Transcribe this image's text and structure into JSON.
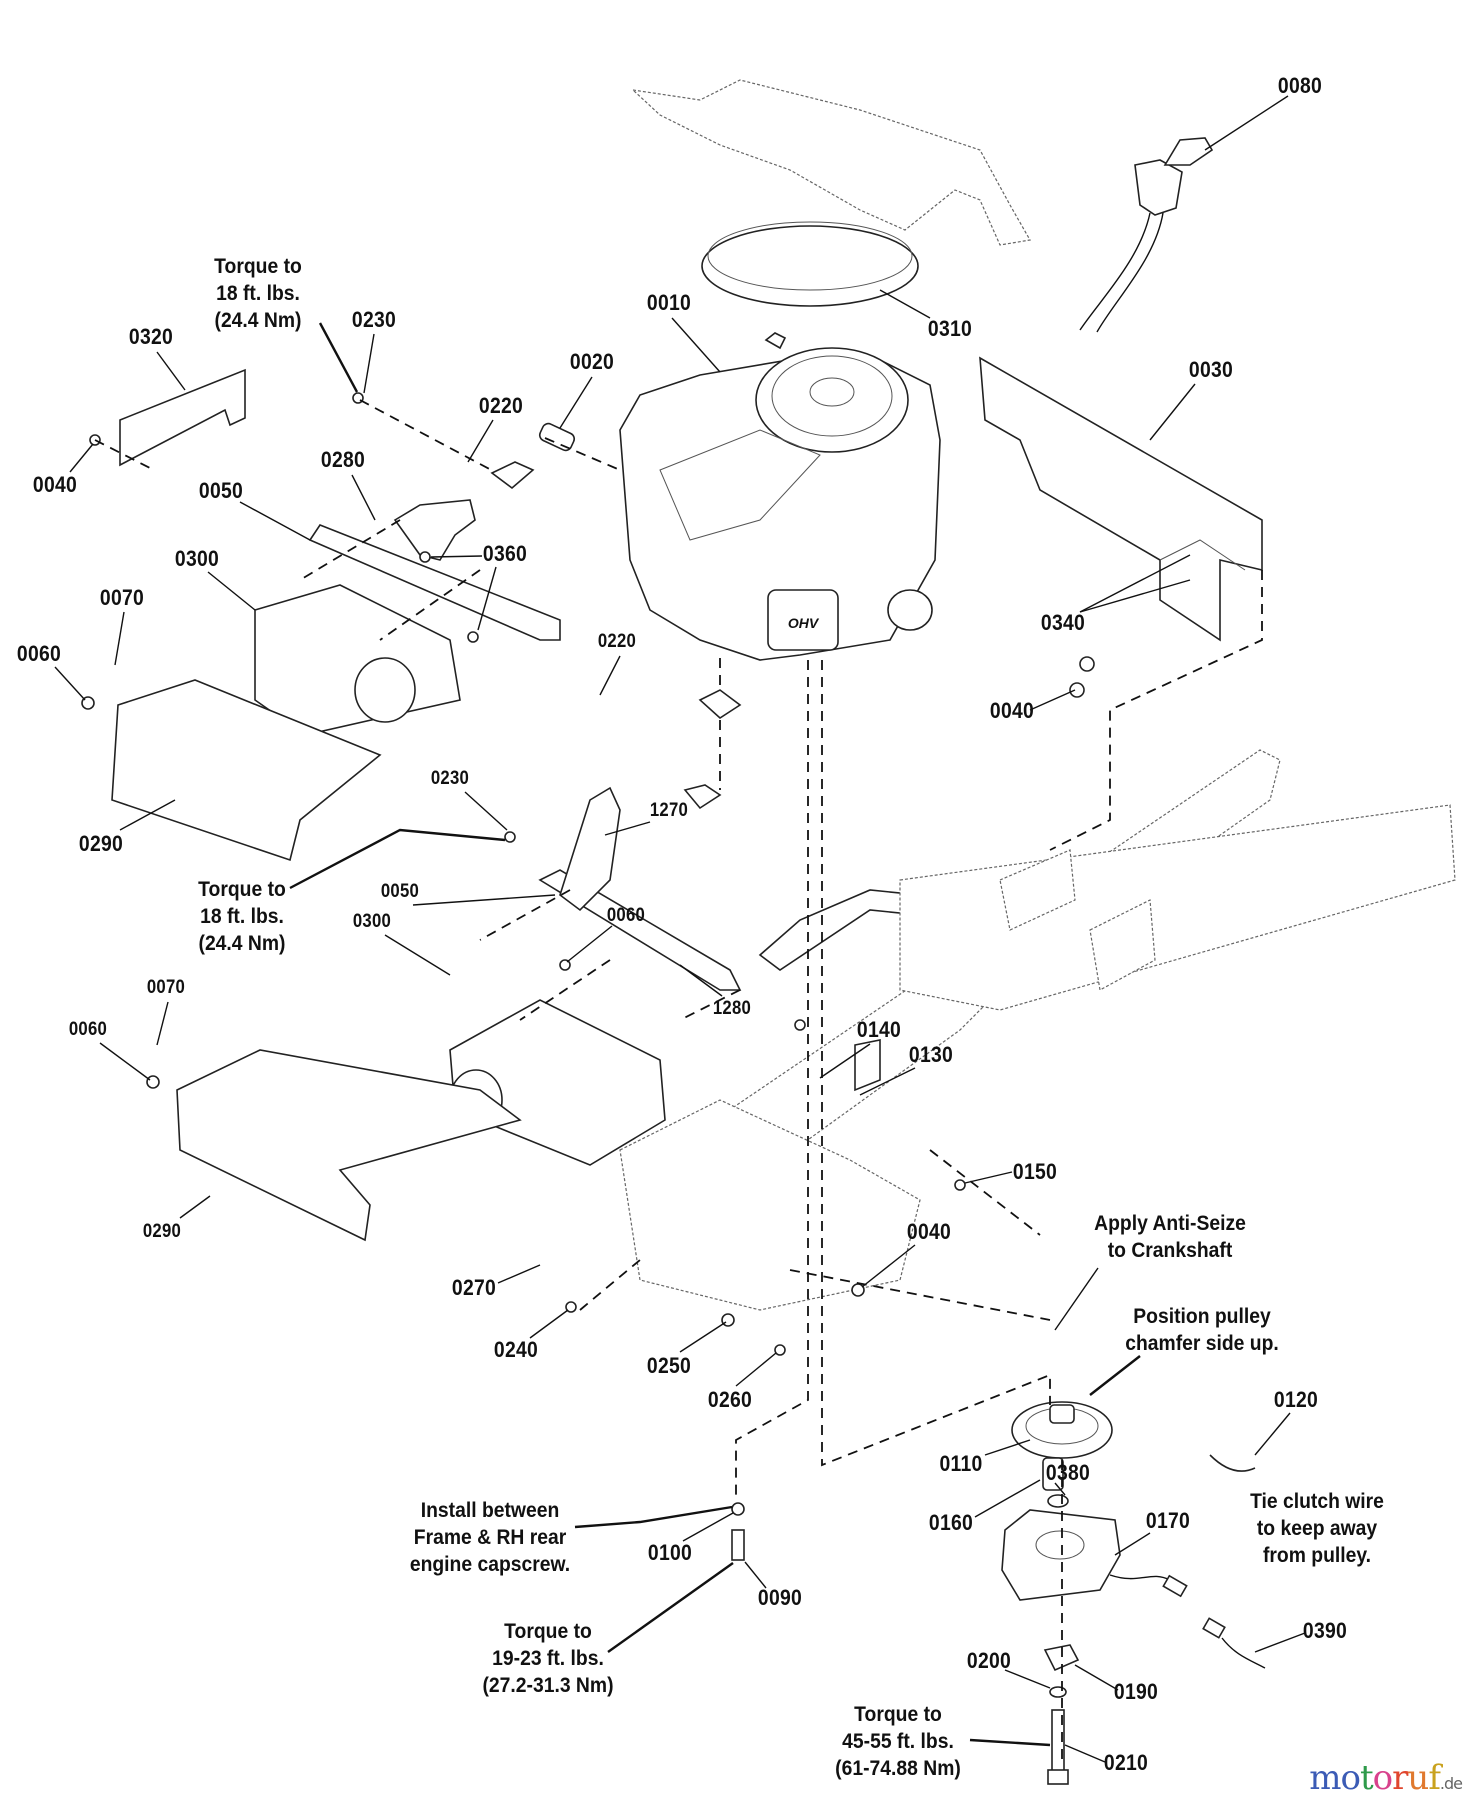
{
  "diagram": {
    "type": "exploded parts diagram",
    "subject": "Engine, muffler, frame and PTO clutch assembly"
  },
  "parts": [
    {
      "id": "p0080",
      "number": "0080"
    },
    {
      "id": "p0310",
      "number": "0310"
    },
    {
      "id": "p0010",
      "number": "0010"
    },
    {
      "id": "p0020",
      "number": "0020"
    },
    {
      "id": "p0030",
      "number": "0030"
    },
    {
      "id": "p0230a",
      "number": "0230"
    },
    {
      "id": "p0320",
      "number": "0320"
    },
    {
      "id": "p0220a",
      "number": "0220"
    },
    {
      "id": "p0040a",
      "number": "0040"
    },
    {
      "id": "p0280",
      "number": "0280"
    },
    {
      "id": "p0050a",
      "number": "0050"
    },
    {
      "id": "p0300a",
      "number": "0300"
    },
    {
      "id": "p0360",
      "number": "0360"
    },
    {
      "id": "p0070a",
      "number": "0070"
    },
    {
      "id": "p0060a",
      "number": "0060"
    },
    {
      "id": "p0340",
      "number": "0340"
    },
    {
      "id": "p0040b",
      "number": "0040"
    },
    {
      "id": "p0220b",
      "number": "0220"
    },
    {
      "id": "p0290a",
      "number": "0290"
    },
    {
      "id": "p0230b",
      "number": "0230"
    },
    {
      "id": "p1270",
      "number": "1270"
    },
    {
      "id": "p0050b",
      "number": "0050"
    },
    {
      "id": "p0060b",
      "number": "0060"
    },
    {
      "id": "p0300b",
      "number": "0300"
    },
    {
      "id": "p1280",
      "number": "1280"
    },
    {
      "id": "p0070b",
      "number": "0070"
    },
    {
      "id": "p0060c",
      "number": "0060"
    },
    {
      "id": "p0140",
      "number": "0140"
    },
    {
      "id": "p0130",
      "number": "0130"
    },
    {
      "id": "p0290b",
      "number": "0290"
    },
    {
      "id": "p0150",
      "number": "0150"
    },
    {
      "id": "p0040c",
      "number": "0040"
    },
    {
      "id": "p0270",
      "number": "0270"
    },
    {
      "id": "p0240",
      "number": "0240"
    },
    {
      "id": "p0250",
      "number": "0250"
    },
    {
      "id": "p0260",
      "number": "0260"
    },
    {
      "id": "p0120",
      "number": "0120"
    },
    {
      "id": "p0110",
      "number": "0110"
    },
    {
      "id": "p0380",
      "number": "0380"
    },
    {
      "id": "p0100",
      "number": "0100"
    },
    {
      "id": "p0160",
      "number": "0160"
    },
    {
      "id": "p0170",
      "number": "0170"
    },
    {
      "id": "p0090",
      "number": "0090"
    },
    {
      "id": "p0390",
      "number": "0390"
    },
    {
      "id": "p0200",
      "number": "0200"
    },
    {
      "id": "p0190",
      "number": "0190"
    },
    {
      "id": "p0210",
      "number": "0210"
    }
  ],
  "notes": {
    "torque_muffler_top": [
      "Torque to",
      "18 ft. lbs.",
      "(24.4 Nm)"
    ],
    "torque_muffler_bottom": [
      "Torque to",
      "18 ft. lbs.",
      "(24.4 Nm)"
    ],
    "anti_seize": [
      "Apply Anti-Seize",
      "to Crankshaft"
    ],
    "pulley_position": [
      "Position pulley",
      "chamfer side up."
    ],
    "clutch_wire": [
      "Tie clutch wire",
      "to keep away",
      "from pulley."
    ],
    "install_between": [
      "Install between",
      "Frame & RH rear",
      "engine capscrew."
    ],
    "torque_capscrew": [
      "Torque to",
      "19-23 ft. lbs.",
      "(27.2-31.3 Nm)"
    ],
    "torque_clutch_bolt": [
      "Torque to",
      "45-55 ft. lbs.",
      "(61-74.88 Nm)"
    ]
  },
  "engine_badge": "OHV",
  "watermark": {
    "letters": [
      "m",
      "o",
      "t",
      "o",
      "r",
      "u",
      "f"
    ],
    "colors": [
      "#3b5bb5",
      "#3b5bb5",
      "#2e9a4a",
      "#d8428c",
      "#e0462e",
      "#e0792e",
      "#c9a21e"
    ],
    "suffix": ".de"
  }
}
